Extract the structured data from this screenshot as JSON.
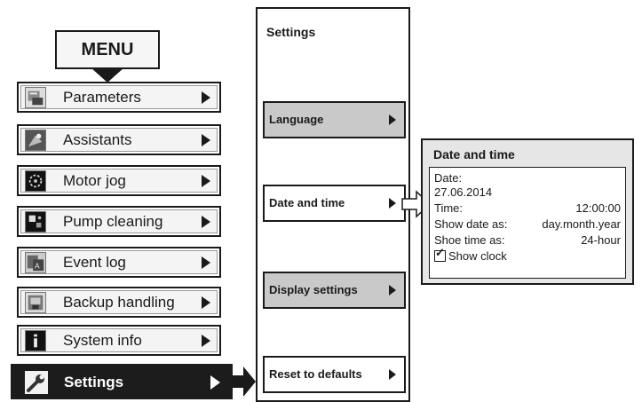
{
  "menu": {
    "title": "MENU",
    "items": [
      {
        "label": "Parameters",
        "icon": "parameters-icon"
      },
      {
        "label": "Assistants",
        "icon": "assistants-icon"
      },
      {
        "label": "Motor jog",
        "icon": "motor-jog-icon"
      },
      {
        "label": "Pump cleaning",
        "icon": "pump-cleaning-icon"
      },
      {
        "label": "Event log",
        "icon": "event-log-icon"
      },
      {
        "label": "Backup handling",
        "icon": "backup-handling-icon"
      },
      {
        "label": "System info",
        "icon": "system-info-icon"
      },
      {
        "label": "Settings",
        "icon": "wrench-icon",
        "active": true
      }
    ]
  },
  "settings": {
    "title": "Settings",
    "items": [
      {
        "label": "Language",
        "style": "grey"
      },
      {
        "label": "Date and time",
        "style": "white"
      },
      {
        "label": "Display settings",
        "style": "grey"
      },
      {
        "label": "Reset to defaults",
        "style": "white"
      }
    ]
  },
  "date_time": {
    "title": "Date and time",
    "date_label": "Date:",
    "date_value": "27.06.2014",
    "time_label": "Time:",
    "time_value": "12:00:00",
    "show_date_label": "Show date as:",
    "show_date_value": "day.month.year",
    "show_time_label": "Shoe time as:",
    "show_time_value": "24-hour",
    "show_clock_label": "Show clock",
    "show_clock_checked": true
  },
  "colors": {
    "active_bg": "#1c1c1c",
    "grey_item": "#c9c9c9",
    "popup_bg": "#e6e6e6"
  }
}
